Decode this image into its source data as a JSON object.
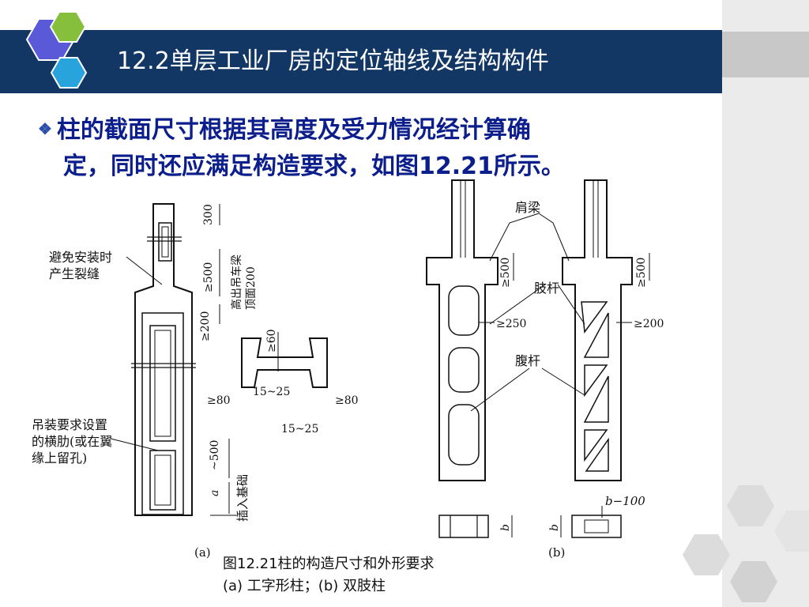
{
  "header": {
    "title": "12.2单层工业厂房的定位轴线及结构构件"
  },
  "body": {
    "line1": "柱的截面尺寸根据其高度及受力情况经计算确",
    "line2_pre": "定，同时还应满足构造要求，如图",
    "line2_ref": "12.21",
    "line2_post": "所示。"
  },
  "figure_a": {
    "label": "(a)",
    "note_crack_1": "避免安装时",
    "note_crack_2": "产生裂缝",
    "note_rib_1": "吊装要求设置",
    "note_rib_2": "的横肋(或在翼",
    "note_rib_3": "缘上留孔)",
    "dim_300": "300",
    "dim_500": "≥500",
    "dim_200": "≥200",
    "note_beam_1": "高出吊车梁",
    "note_beam_2": "顶面200",
    "dim_60": "≥60",
    "dim_80_left": "≥80",
    "dim_80_right": "≥80",
    "dim_15_25_top": "15~25",
    "dim_15_25_bottom": "15~25",
    "dim_500_lower": "~500",
    "dim_a": "a",
    "note_foundation": "插入基础"
  },
  "figure_b": {
    "label": "(b)",
    "note_shoulder_beam": "肩梁",
    "note_limb": "肢杆",
    "note_web": "腹杆",
    "dim_500_left": "≥500",
    "dim_500_right": "≥500",
    "dim_250": "≥250",
    "dim_200": "≥200",
    "dim_b100": "b−100",
    "dim_b_left": "b",
    "dim_b_right": "b"
  },
  "caption": {
    "line1": "图12.21柱的构造尺寸和外形要求",
    "line2": "(a) 工字形柱；(b) 双肢柱"
  }
}
